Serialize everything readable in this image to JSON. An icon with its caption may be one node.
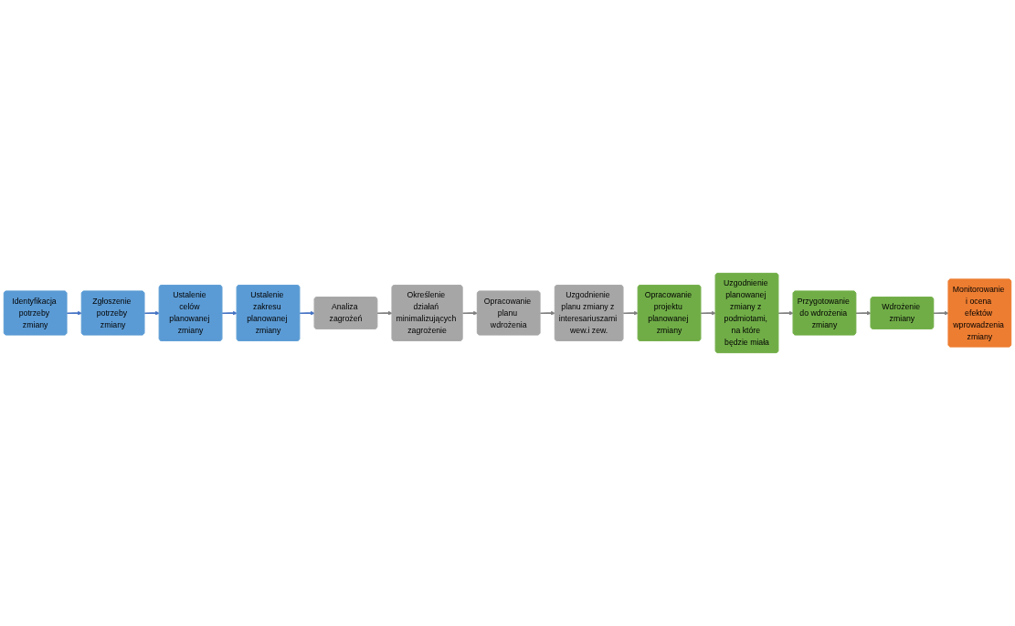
{
  "diagram": {
    "nodes": [
      {
        "text": [
          "Identyfikacja potrzeby zmiany"
        ]
      },
      {
        "text": [
          "Zgłoszenie potrzeby zmiany"
        ]
      },
      {
        "text": [
          "Ustalenie celów planowanej zmiany"
        ]
      },
      {
        "text": [
          "Ustalenie zakresu planowanej zmiany"
        ]
      },
      {
        "text": [
          "Analiza zagrożeń"
        ]
      },
      {
        "text": [
          "Określenie działań minimalizujących zagrożenie"
        ]
      },
      {
        "text": [
          "Opracowanie planu wdrożenia"
        ]
      },
      {
        "text": [
          "Uzgodnienie planu zmiany z interesariuszami wew.i zew."
        ]
      },
      {
        "text": [
          "Opracowanie projektu planowanej zmiany"
        ]
      },
      {
        "text": [
          "Uzgodnienie planowanej zmiany z podmiotami, na które będzie miała"
        ]
      },
      {
        "text": [
          "Przygotowanie do wdrożenia zmiany"
        ]
      },
      {
        "text": [
          "Wdrożenie zmiany"
        ]
      },
      {
        "text": [
          "Monitorowanie i ocena efektów wprowadzenia zmiany"
        ]
      }
    ],
    "edges": [
      {
        "from": 0,
        "to": 1,
        "arrow": "to",
        "color": "#4472c4"
      },
      {
        "from": 1,
        "to": 2,
        "arrow": "to",
        "color": "#4472c4"
      },
      {
        "from": 2,
        "to": 3,
        "arrow": "to",
        "color": "#4472c4"
      },
      {
        "from": 3,
        "to": 4,
        "arrow": "to",
        "color": "#4472c4"
      },
      {
        "from": 4,
        "to": 5,
        "arrow": "to"
      },
      {
        "from": 5,
        "to": 6,
        "arrow": "to"
      },
      {
        "from": 6,
        "to": 7,
        "arrow": "to"
      },
      {
        "from": 7,
        "to": 8,
        "arrow": "to"
      },
      {
        "from": 8,
        "to": 9,
        "arrow": "to"
      },
      {
        "from": 9,
        "to": 10,
        "arrow": "to"
      },
      {
        "from": 10,
        "to": 11,
        "arrow": "to"
      },
      {
        "from": 11,
        "to": 12,
        "arrow": "to"
      }
    ]
  }
}
